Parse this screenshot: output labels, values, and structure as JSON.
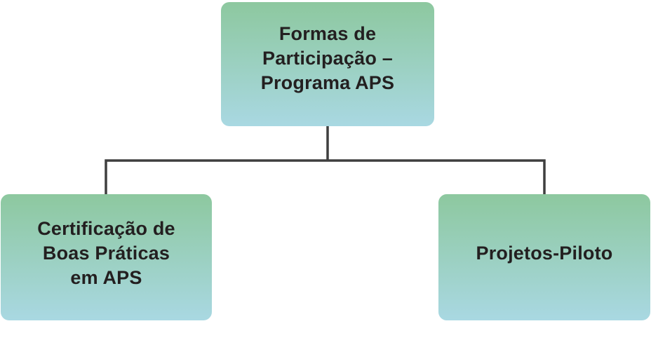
{
  "colors": {
    "canvas-bg": "#ffffff",
    "box-gradient-top": "#8dc89f",
    "box-gradient-bottom": "#a9d8e2",
    "box-text": "#231f20",
    "connector": "#3f3f3f"
  },
  "nodes": {
    "root": {
      "id": "root",
      "label": "Formas de\nParticipação –\nPrograma APS"
    },
    "left": {
      "id": "left",
      "label": "Certificação de\nBoas Práticas\nem APS"
    },
    "right": {
      "id": "right",
      "label": "Projetos-Piloto"
    }
  },
  "edges": [
    {
      "from": "root",
      "to": "left"
    },
    {
      "from": "root",
      "to": "right"
    }
  ]
}
